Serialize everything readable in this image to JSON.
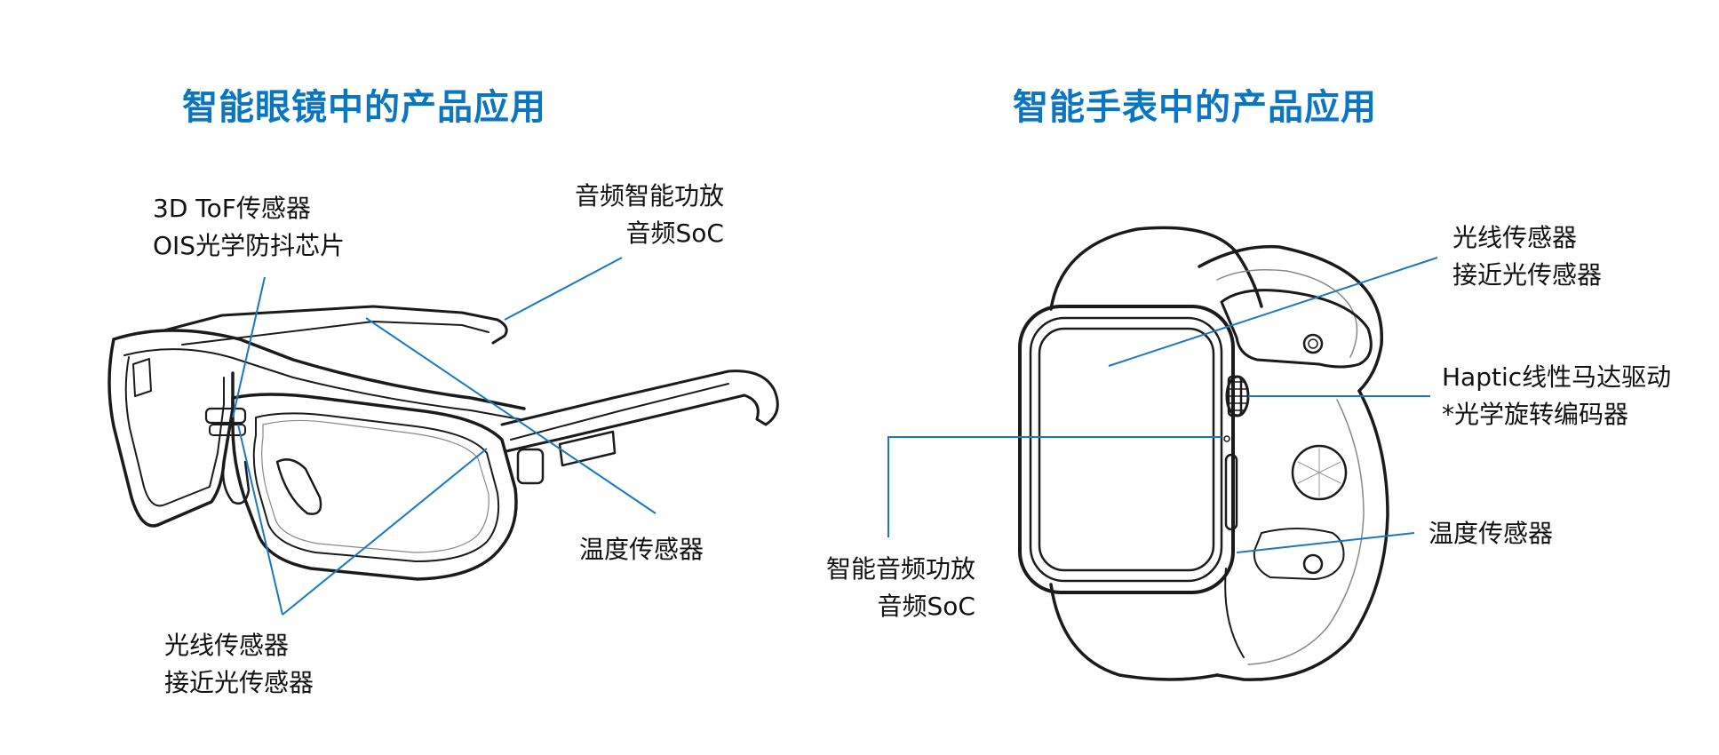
{
  "glasses": {
    "title": "智能眼镜中的产品应用",
    "label_tof": {
      "line1": "3D ToF传感器",
      "line2": "OIS光学防抖芯片"
    },
    "label_audio": {
      "line1": "音频智能功放",
      "line2": "音频SoC"
    },
    "label_temp": {
      "line1": "温度传感器"
    },
    "label_light": {
      "line1": "光线传感器",
      "line2": "接近光传感器"
    }
  },
  "watch": {
    "title": "智能手表中的产品应用",
    "label_light": {
      "line1": "光线传感器",
      "line2": "接近光传感器"
    },
    "label_haptic": {
      "line1": "Haptic线性马达驱动",
      "line2": "*光学旋转编码器"
    },
    "label_temp": {
      "line1": "温度传感器"
    },
    "label_audio": {
      "line1": "智能音频功放",
      "line2": "音频SoC"
    }
  },
  "colors": {
    "accent": "#0a76c2",
    "callout_line": "#1a78c2",
    "outline": "#1b1b1b"
  }
}
